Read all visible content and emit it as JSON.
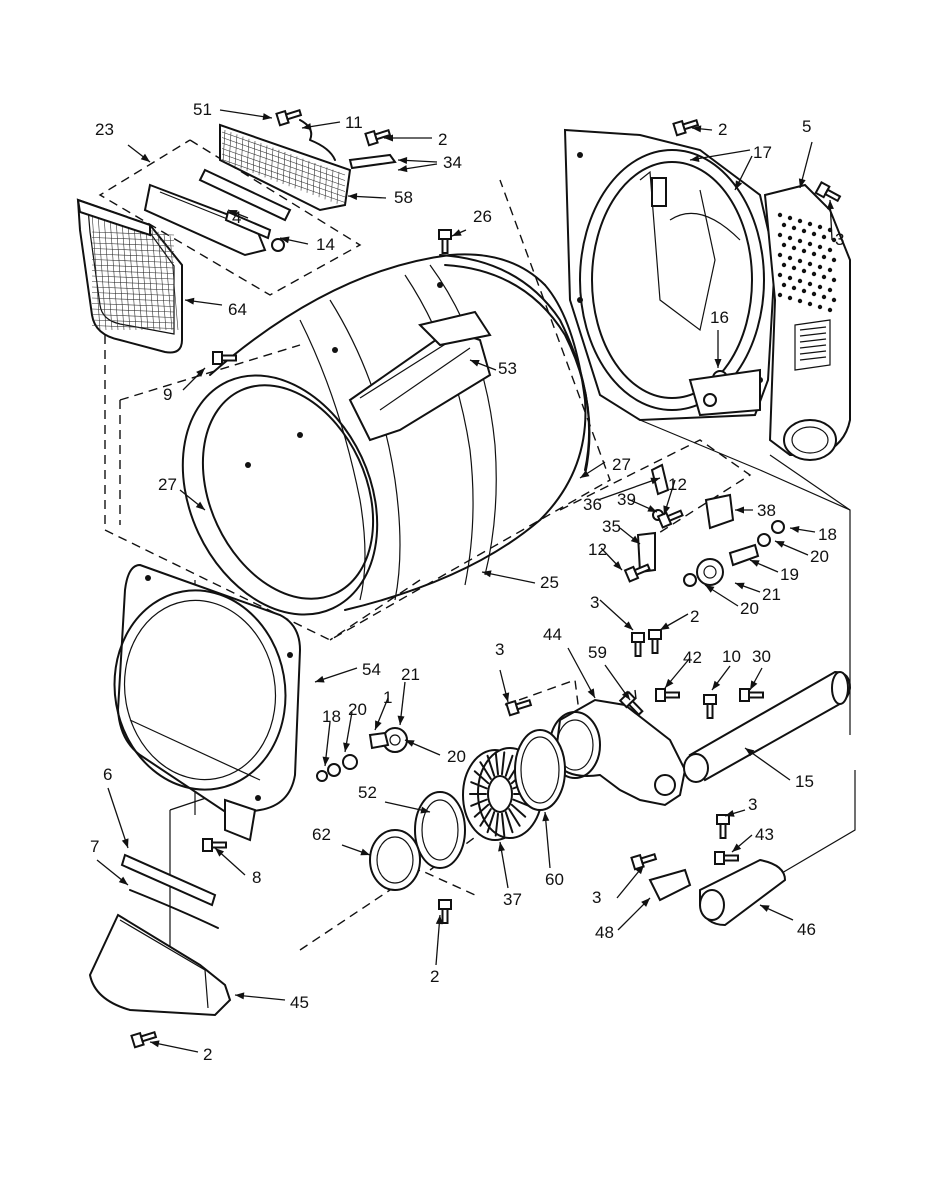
{
  "callouts": [
    {
      "text": "51"
    },
    {
      "text": "11"
    },
    {
      "text": "2"
    },
    {
      "text": "34"
    },
    {
      "text": "58"
    },
    {
      "text": "23"
    },
    {
      "text": "4"
    },
    {
      "text": "14"
    },
    {
      "text": "64"
    },
    {
      "text": "26"
    },
    {
      "text": "2"
    },
    {
      "text": "17"
    },
    {
      "text": "5"
    },
    {
      "text": "3"
    },
    {
      "text": "16"
    },
    {
      "text": "9"
    },
    {
      "text": "53"
    },
    {
      "text": "27"
    },
    {
      "text": "27"
    },
    {
      "text": "36"
    },
    {
      "text": "39"
    },
    {
      "text": "12"
    },
    {
      "text": "38"
    },
    {
      "text": "18"
    },
    {
      "text": "35"
    },
    {
      "text": "20"
    },
    {
      "text": "12"
    },
    {
      "text": "19"
    },
    {
      "text": "21"
    },
    {
      "text": "20"
    },
    {
      "text": "25"
    },
    {
      "text": "3"
    },
    {
      "text": "2"
    },
    {
      "text": "44"
    },
    {
      "text": "3"
    },
    {
      "text": "59"
    },
    {
      "text": "42"
    },
    {
      "text": "10"
    },
    {
      "text": "30"
    },
    {
      "text": "54"
    },
    {
      "text": "21"
    },
    {
      "text": "1"
    },
    {
      "text": "18"
    },
    {
      "text": "20"
    },
    {
      "text": "20"
    },
    {
      "text": "15"
    },
    {
      "text": "6"
    },
    {
      "text": "52"
    },
    {
      "text": "3"
    },
    {
      "text": "43"
    },
    {
      "text": "7"
    },
    {
      "text": "62"
    },
    {
      "text": "8"
    },
    {
      "text": "37"
    },
    {
      "text": "60"
    },
    {
      "text": "3"
    },
    {
      "text": "48"
    },
    {
      "text": "46"
    },
    {
      "text": "2"
    },
    {
      "text": "45"
    },
    {
      "text": "2"
    }
  ]
}
